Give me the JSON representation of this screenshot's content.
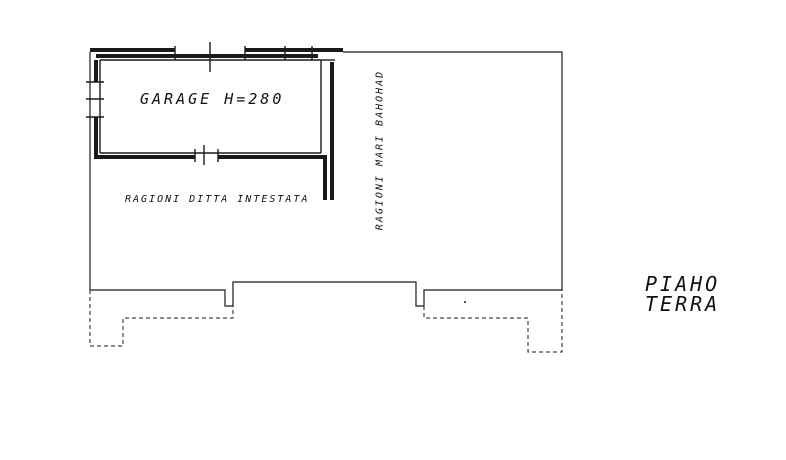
{
  "plan": {
    "rooms": {
      "garage": "GARAGE  H=280",
      "ditta": "RAGIONI DITTA INTESTATA",
      "mari": "RAGIONI MARI BAHOHAD"
    },
    "floor": {
      "line1": "PIAHO",
      "line2": "TERRA"
    },
    "line_color": "#1a1a1a"
  }
}
